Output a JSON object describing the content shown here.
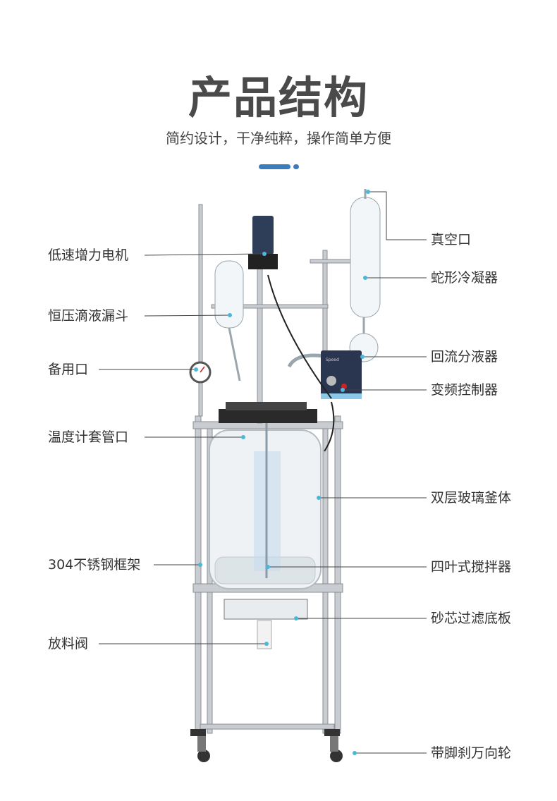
{
  "header": {
    "title": "产品结构",
    "subtitle": "简约设计，干净纯粹，操作简单方便"
  },
  "accent_color": "#3a7dbf",
  "labels_left": [
    {
      "text": "低速增力电机"
    },
    {
      "text": "恒压滴液漏斗"
    },
    {
      "text": "备用口"
    },
    {
      "text": "温度计套管口"
    },
    {
      "text": "304不锈钢框架"
    },
    {
      "text": "放料阀"
    }
  ],
  "labels_right": [
    {
      "text": "真空口"
    },
    {
      "text": "蛇形冷凝器"
    },
    {
      "text": "回流分液器"
    },
    {
      "text": "变频控制器"
    },
    {
      "text": "双层玻璃釜体"
    },
    {
      "text": "四叶式搅拌器"
    },
    {
      "text": "砂芯过滤底板"
    },
    {
      "text": "带脚刹万向轮"
    }
  ],
  "controller": {
    "brand": "Speed"
  }
}
